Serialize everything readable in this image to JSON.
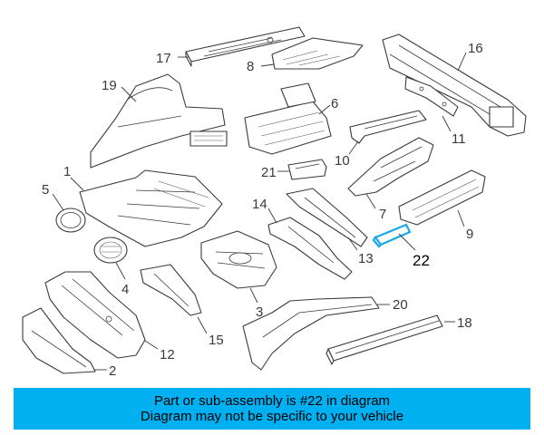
{
  "callouts": {
    "c1": "1",
    "c2": "2",
    "c3": "3",
    "c4": "4",
    "c5": "5",
    "c6": "6",
    "c7": "7",
    "c8": "8",
    "c9": "9",
    "c10": "10",
    "c11": "11",
    "c12": "12",
    "c13": "13",
    "c14": "14",
    "c15": "15",
    "c16": "16",
    "c17": "17",
    "c18": "18",
    "c19": "19",
    "c20": "20",
    "c21": "21",
    "c22": "22"
  },
  "highlight": {
    "part": "22",
    "color": "#1aa7e8"
  },
  "banner": {
    "line1": "Part or sub-assembly is #22 in diagram",
    "line2": "Diagram may not be specific to your vehicle",
    "background": "#00b0f0"
  }
}
